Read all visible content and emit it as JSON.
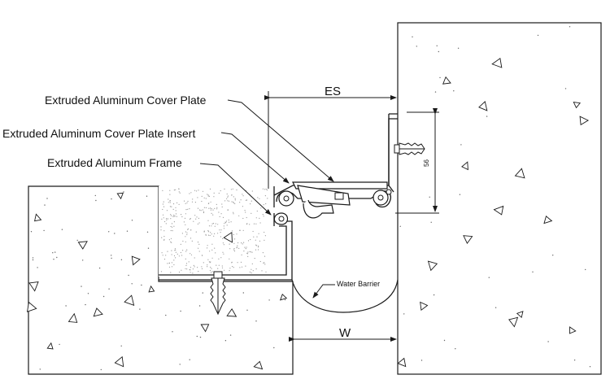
{
  "labels": {
    "cover_plate": "Extruded Aluminum Cover Plate",
    "cover_plate_insert": "Extruded Aluminum Cover Plate Insert",
    "frame": "Extruded Aluminum Frame",
    "water_barrier": "Water Barrier"
  },
  "dimensions": {
    "es": "ES",
    "w": "W",
    "depth": "56"
  },
  "colors": {
    "line": "#1a1a1a",
    "fill": "#ffffff",
    "speckle": "#9a9a9a"
  }
}
